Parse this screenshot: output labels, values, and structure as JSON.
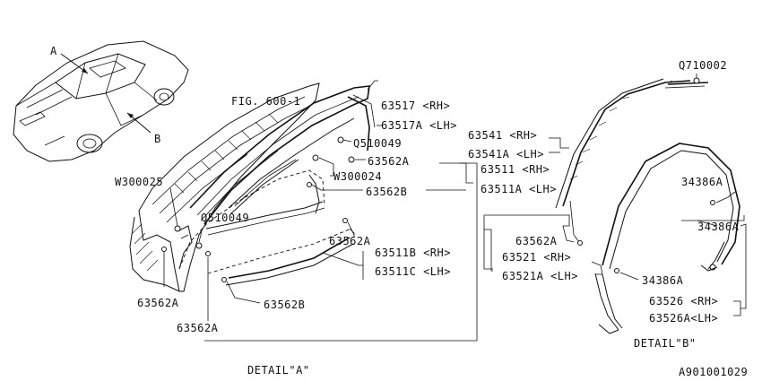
{
  "labels": {
    "car_a": "A",
    "car_b": "B",
    "fig": "FIG. 600-1",
    "p63517_rh": "63517 <RH>",
    "p63517a_lh": "63517A <LH>",
    "q510049_top": "Q510049",
    "p63562a_1": "63562A",
    "w300024": "W300024",
    "p63562b_1": "63562B",
    "w300025": "W300025",
    "q510049_mid": "Q510049",
    "p63562a_2": "63562A",
    "p63511b_rh": "63511B <RH>",
    "p63511c_lh": "63511C <LH>",
    "p63562a_3": "63562A",
    "p63562b_2": "63562B",
    "p63562a_4": "63562A",
    "detail_a": "DETAIL\"A\"",
    "p63541_rh": "63541 <RH>",
    "p63541a_lh": "63541A <LH>",
    "p63511_rh": "63511  <RH>",
    "p63511a_lh": "63511A <LH>",
    "p63562a_5": "63562A",
    "p63521_rh": "63521  <RH>",
    "p63521a_lh": "63521A <LH>",
    "q710002": "Q710002",
    "p34386a_1": "34386A",
    "p34386a_2": "34386A",
    "p34386a_3": "34386A",
    "p63526_rh": "63526  <RH>",
    "p63526a_lh": "63526A<LH>",
    "detail_b": "DETAIL\"B\"",
    "ref_code": "A901001029"
  }
}
